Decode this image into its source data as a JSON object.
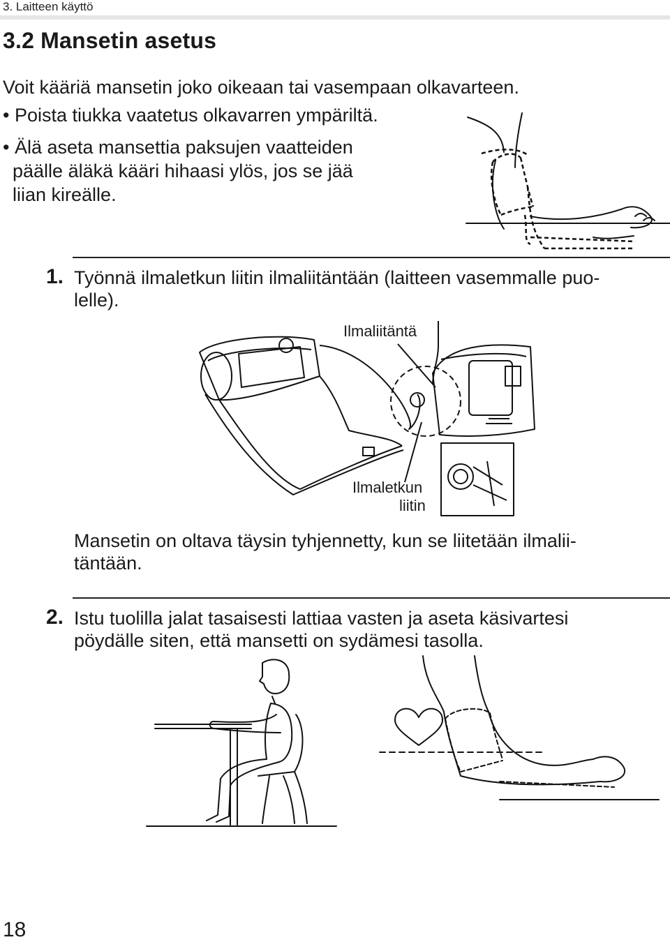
{
  "header": {
    "section_label": "3. Laitteen käyttö",
    "section_title": "3.2 Mansetin asetus"
  },
  "intro": "Voit kääriä mansetin joko oikeaan tai vasempaan olkavarteen.",
  "bullets": [
    "• Poista tiukka vaatetus olkavarren ympäriltä.",
    "• Älä aseta mansettia paksujen vaatteiden",
    "päälle äläkä kääri hihaasi ylös, jos se jää",
    "liian kireälle."
  ],
  "steps": [
    {
      "number": "1.",
      "lines": [
        "Työnnä ilmaletkun liitin ilmaliitäntään (laitteen vasemmalle puo-",
        "lelle)."
      ],
      "callouts": {
        "air_jack": "Ilmaliitäntä",
        "connector_line1": "Ilmaletkun",
        "connector_line2": "liitin"
      },
      "note_lines": [
        "Mansetin on oltava täysin tyhjennetty, kun se liitetään ilmalii-",
        "täntään."
      ]
    },
    {
      "number": "2.",
      "lines": [
        "Istu tuolilla jalat tasaisesti lattiaa vasten ja aseta käsivartesi",
        "pöydälle siten, että mansetti on sydämesi tasolla."
      ]
    }
  ],
  "page_number": "18"
}
